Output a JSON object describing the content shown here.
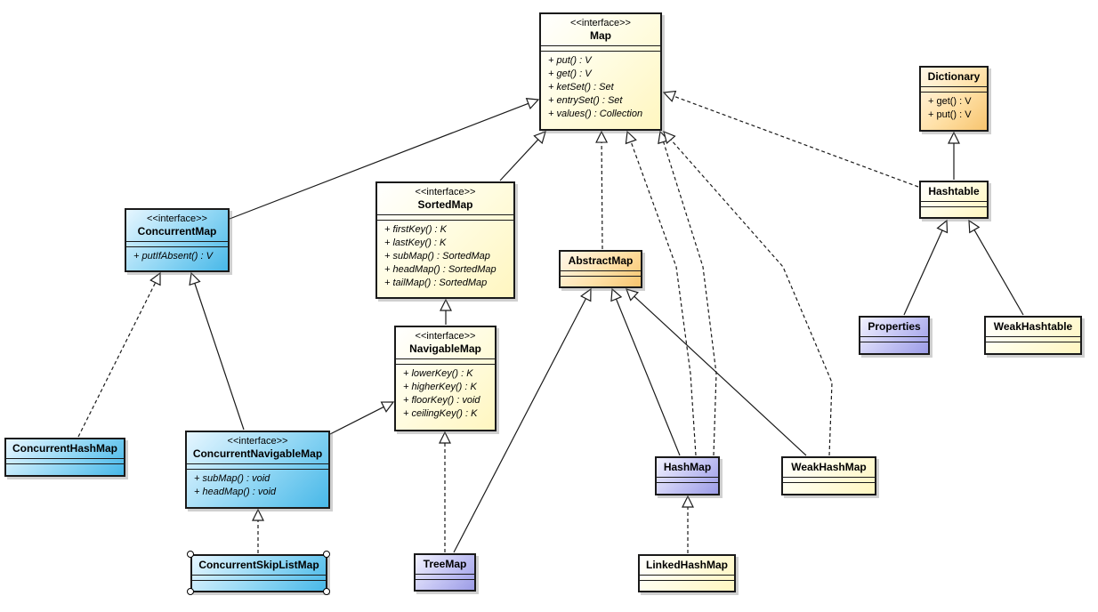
{
  "classes": {
    "map": {
      "stereotype": "<<interface>>",
      "name": "Map",
      "ops": [
        "+ put() : V",
        "+ get() : V",
        "+ ketSet() : Set",
        "+ entrySet() : Set",
        "+ values() : Collection"
      ]
    },
    "dictionary": {
      "name": "Dictionary",
      "ops": [
        "+ get() : V",
        "+ put() : V"
      ]
    },
    "hashtable": {
      "name": "Hashtable"
    },
    "concurrent_map": {
      "stereotype": "<<interface>>",
      "name": "ConcurrentMap",
      "ops": [
        "+ putIfAbsent() : V"
      ]
    },
    "sorted_map": {
      "stereotype": "<<interface>>",
      "name": "SortedMap",
      "ops": [
        "+ firstKey() : K",
        "+ lastKey() : K",
        "+ subMap() : SortedMap",
        "+ headMap() : SortedMap",
        "+ tailMap() : SortedMap"
      ]
    },
    "abstract_map": {
      "name": "AbstractMap"
    },
    "navigable_map": {
      "stereotype": "<<interface>>",
      "name": "NavigableMap",
      "ops": [
        "+ lowerKey() : K",
        "+ higherKey() : K",
        "+ floorKey() : void",
        "+ ceilingKey() : K"
      ]
    },
    "properties": {
      "name": "Properties"
    },
    "weak_hashtable": {
      "name": "WeakHashtable"
    },
    "concurrent_hash_map": {
      "name": "ConcurrentHashMap"
    },
    "concurrent_navigable_map": {
      "stereotype": "<<interface>>",
      "name": "ConcurrentNavigableMap",
      "ops": [
        "+ subMap() : void",
        "+ headMap() : void"
      ]
    },
    "hash_map": {
      "name": "HashMap"
    },
    "weak_hash_map": {
      "name": "WeakHashMap"
    },
    "concurrent_skip_list_map": {
      "name": "ConcurrentSkipListMap"
    },
    "tree_map": {
      "name": "TreeMap"
    },
    "linked_hash_map": {
      "name": "LinkedHashMap"
    }
  },
  "colors": {
    "interface_fill": "#fff6c0",
    "abstract_fill": "#f7c46e",
    "concurrent_fill": "#48b8e8",
    "hash_fill": "#9c9ce6",
    "line": "#1a1a1a"
  }
}
